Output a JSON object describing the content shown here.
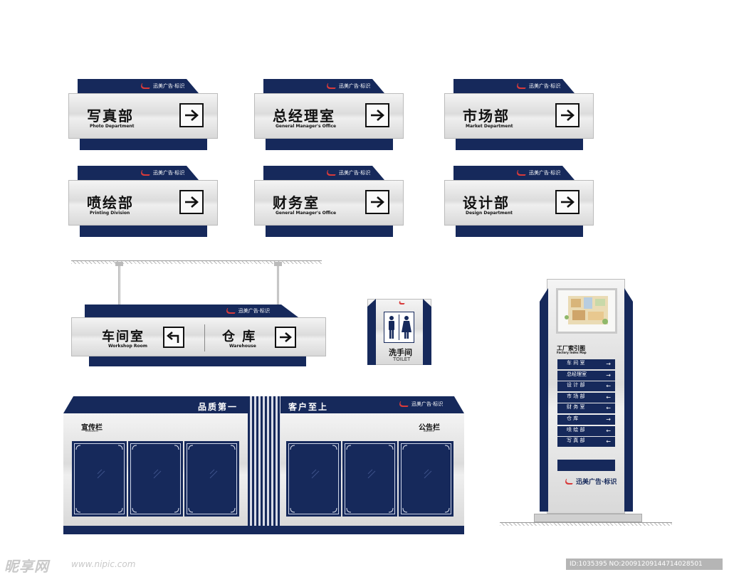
{
  "brand": {
    "name": "迅美广告·标识"
  },
  "door_signs": [
    {
      "title": "写真部",
      "subtitle": "Photo Department",
      "arrow": "right"
    },
    {
      "title": "总经理室",
      "subtitle": "General Manager's Office",
      "arrow": "right"
    },
    {
      "title": "市场部",
      "subtitle": "Market Department",
      "arrow": "right"
    },
    {
      "title": "喷绘部",
      "subtitle": "Printing Division",
      "arrow": "right"
    },
    {
      "title": "财务室",
      "subtitle": "General Manager's Office",
      "arrow": "right"
    },
    {
      "title": "设计部",
      "subtitle": "Design Department",
      "arrow": "right"
    }
  ],
  "hanging_sign": {
    "left": {
      "title": "车间室",
      "subtitle": "Workshop Room",
      "arrow": "left-turn"
    },
    "right": {
      "title": "仓 库",
      "subtitle": "Warehouse",
      "arrow": "right"
    }
  },
  "toilet_sign": {
    "title": "洗手间",
    "subtitle": "TOILET"
  },
  "billboard": {
    "slogan_left": "品质第一",
    "slogan_right": "客户至上",
    "left_label": "宣传栏",
    "left_label_en": "Billboard",
    "right_label": "公告栏",
    "right_label_en": "Bulletin"
  },
  "index_map": {
    "title": "工厂索引图",
    "subtitle": "Factory Index Map",
    "rows": [
      {
        "label": "车 间 室",
        "arrow": "→"
      },
      {
        "label": "总经理室",
        "arrow": "→"
      },
      {
        "label": "设 计 部",
        "arrow": "←"
      },
      {
        "label": "市 场 部",
        "arrow": "←"
      },
      {
        "label": "财 务 室",
        "arrow": "←"
      },
      {
        "label": "仓    库",
        "arrow": "→"
      },
      {
        "label": "喷 绘 部",
        "arrow": "←"
      },
      {
        "label": "写 真 部",
        "arrow": "←"
      }
    ]
  },
  "watermark": {
    "logo": "昵享网",
    "url": "www.nipic.com",
    "id_text": "ID:1035395 NO:20091209144714028501"
  },
  "colors": {
    "navy": "#16295b",
    "silver": "#e2e2e2",
    "accent_red": "#d83a3a"
  }
}
